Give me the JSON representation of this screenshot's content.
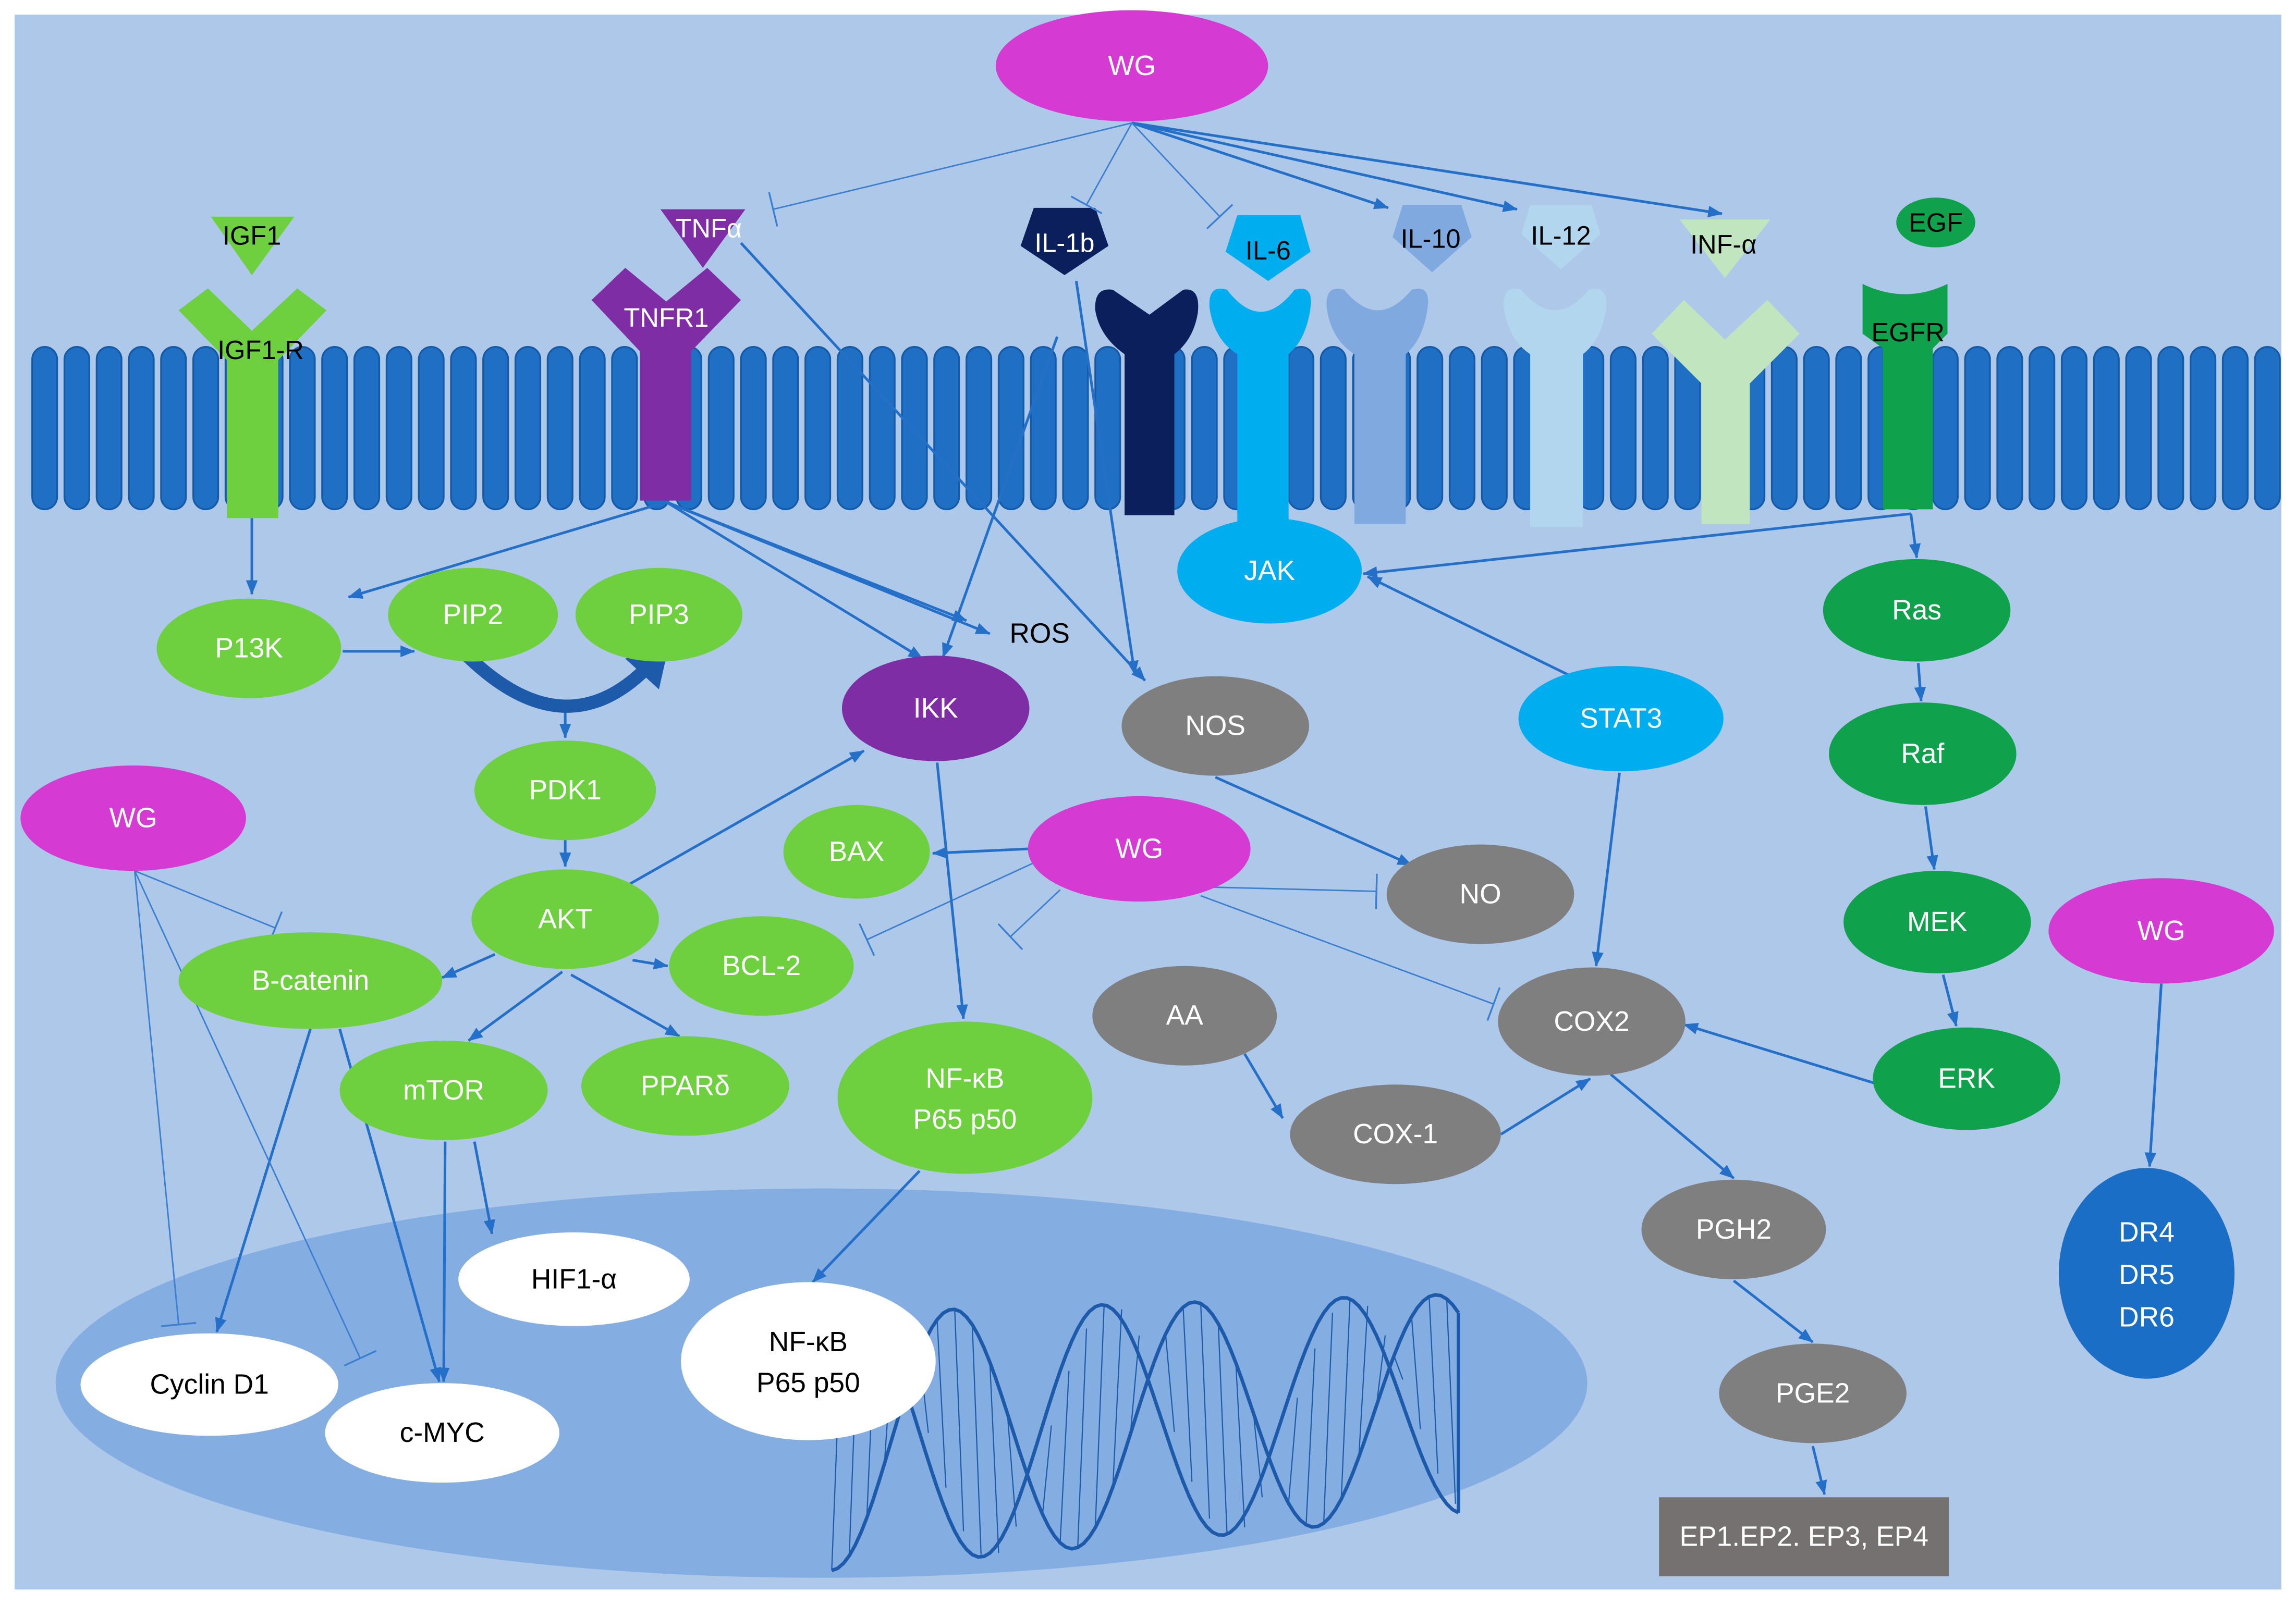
{
  "regulator_wg": {
    "top": "WG",
    "left": "WG",
    "center": "WG",
    "right": "WG"
  },
  "ligands": {
    "igf1": "IGF1",
    "tnf_alpha": "TNFα",
    "il_1b": "IL-1b",
    "il_6": "IL-6",
    "il_10": "IL-10",
    "il_12": "IL-12",
    "inf_alpha": "INF-α",
    "egf": "EGF"
  },
  "receptors": {
    "igf1_r": "IGF1-R",
    "tnfr1": "TNFR1",
    "egfr": "EGFR",
    "jak": "JAK"
  },
  "cytoplasm": {
    "p13k": "P13K",
    "pip2": "PIP2",
    "pip3": "PIP3",
    "pdk1": "PDK1",
    "akt": "AKT",
    "bcl2": "BCL-2",
    "b_catenin": "B-catenin",
    "mtor": "mTOR",
    "ppar_delta": "PPARδ",
    "ikk": "IKK",
    "ros": "ROS",
    "nos": "NOS",
    "bax": "BAX",
    "no": "NO",
    "nfkb": {
      "line1": "NF-κB",
      "line2": "P65 p50"
    },
    "aa": "AA",
    "cox1": "COX-1",
    "cox2": "COX2",
    "stat3": "STAT3",
    "ras": "Ras",
    "raf": "Raf",
    "mek": "MEK",
    "erk": "ERK",
    "pgh2": "PGH2",
    "pge2": "PGE2",
    "ep_receptors": "EP1.EP2. EP3, EP4",
    "death_receptors": [
      "DR4",
      "DR5",
      "DR6"
    ]
  },
  "nucleus": {
    "hif1a": "HIF1-α",
    "nfkb": {
      "line1": "NF-κB",
      "line2": "P65 p50"
    },
    "cyclin_d1": "Cyclin D1",
    "c_myc": "c-MYC"
  },
  "colors": {
    "page": "#ffffff",
    "background": "#aec8ea",
    "nucleus": "#84ade1",
    "membrane": "#1f6fc5",
    "membrane_edge": "#155aa6",
    "dna": "#1d5aa9",
    "wg": "#d53ad3",
    "light_green": "#6ed03e",
    "purple": "#7f2da5",
    "grey": "#7f7f7f",
    "dark_green": "#10a14c",
    "light_blue": "#00adee",
    "navy": "#0b1f5c",
    "medium_blue": "#7fa9df",
    "pale_blue": "#b3d6ef",
    "pale_green": "#c0e5bf",
    "dr_blue": "#1b6ec6",
    "ep_box": "#767171",
    "white": "#ffffff",
    "arrow": "#2470c8",
    "inhibit": "#3c7fd0"
  }
}
